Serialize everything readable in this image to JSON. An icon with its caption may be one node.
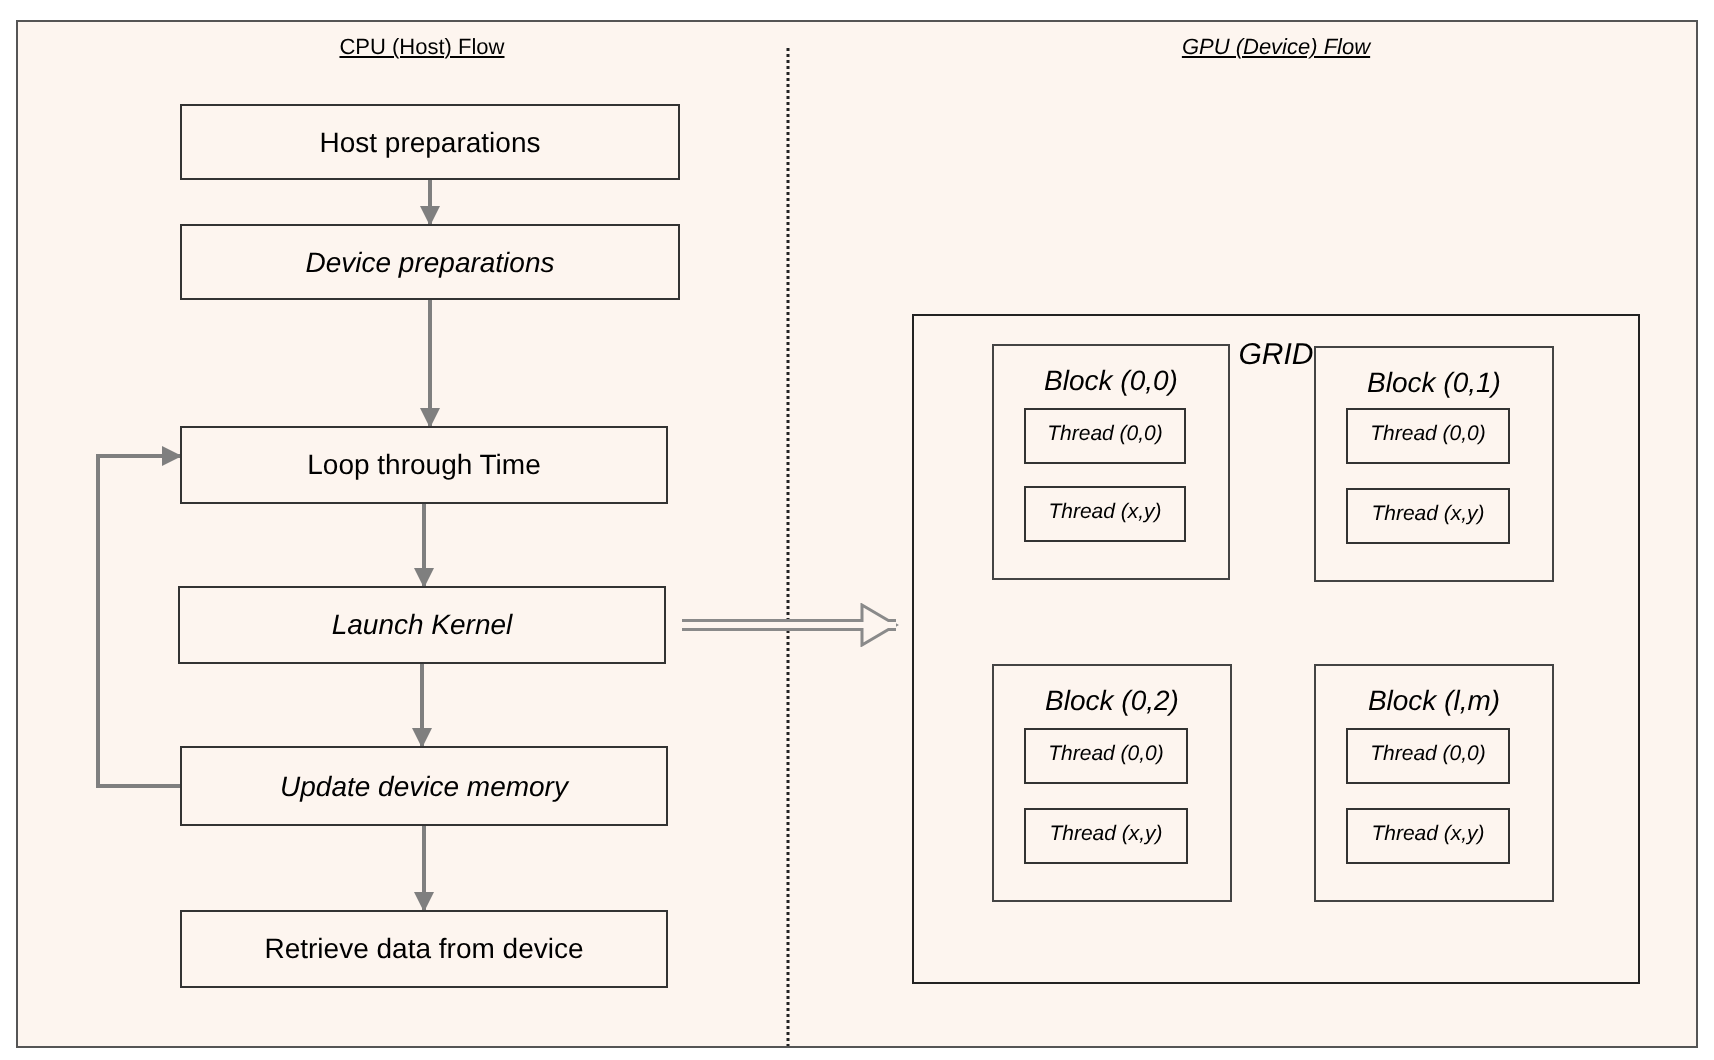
{
  "diagram": {
    "nodes": [
      {
        "text": [
          "Host preparations"
        ]
      },
      {
        "text": [
          "Device preparations"
        ]
      },
      {
        "text": [
          "Loop through Time"
        ]
      },
      {
        "text": [
          "Launch Kernel"
        ]
      },
      {
        "text": [
          "Update device memory"
        ]
      },
      {
        "text": [
          "Retrieve data from device"
        ]
      },
      {
        "text": [
          "GRID"
        ]
      },
      {
        "text": [
          "Block (0,0)"
        ],
        "in": 6
      },
      {
        "text": [
          "Thread (0,0)"
        ],
        "in": 7
      },
      {
        "text": [
          "Thread (x,y)"
        ],
        "in": 7
      },
      {
        "text": [
          "Block (0,1)"
        ],
        "in": 6
      },
      {
        "text": [
          "Thread (0,0)"
        ],
        "in": 10
      },
      {
        "text": [
          "Thread (x,y)"
        ],
        "in": 10
      },
      {
        "text": [
          "Block (0,2)"
        ],
        "in": 6
      },
      {
        "text": [
          "Thread (0,0)"
        ],
        "in": 13
      },
      {
        "text": [
          "Thread (x,y)"
        ],
        "in": 13
      },
      {
        "text": [
          "Block (l,m)"
        ],
        "in": 6
      },
      {
        "text": [
          "Thread (0,0)"
        ],
        "in": 16
      },
      {
        "text": [
          "Thread (x,y)"
        ],
        "in": 16
      }
    ],
    "edges": [
      {
        "from": 0,
        "to": 1,
        "arrow": "to"
      },
      {
        "from": 1,
        "to": 2,
        "arrow": "to"
      },
      {
        "from": 2,
        "to": 3,
        "arrow": "to"
      },
      {
        "from": 3,
        "to": 4,
        "arrow": "to"
      },
      {
        "from": 4,
        "to": 5,
        "arrow": "to"
      },
      {
        "from": 4,
        "to": 2,
        "arrow": "to"
      },
      {
        "from": 3,
        "to": 6,
        "arrow": "to",
        "style": "thick"
      }
    ],
    "labels": [
      "CPU (Host) Flow",
      "GPU (Device) Flow"
    ]
  }
}
